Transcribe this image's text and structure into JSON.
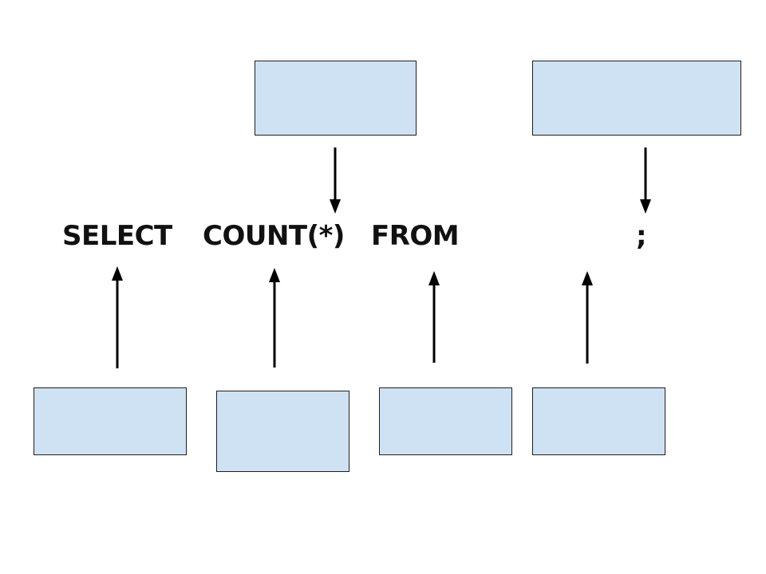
{
  "sql": {
    "select": "SELECT",
    "count": "COUNT(*)",
    "from": "FROM",
    "semicolon": ";"
  },
  "colors": {
    "box_fill": "#cfe2f3",
    "box_border": "#1f1f1f",
    "arrow": "#000000",
    "text": "#111111"
  }
}
